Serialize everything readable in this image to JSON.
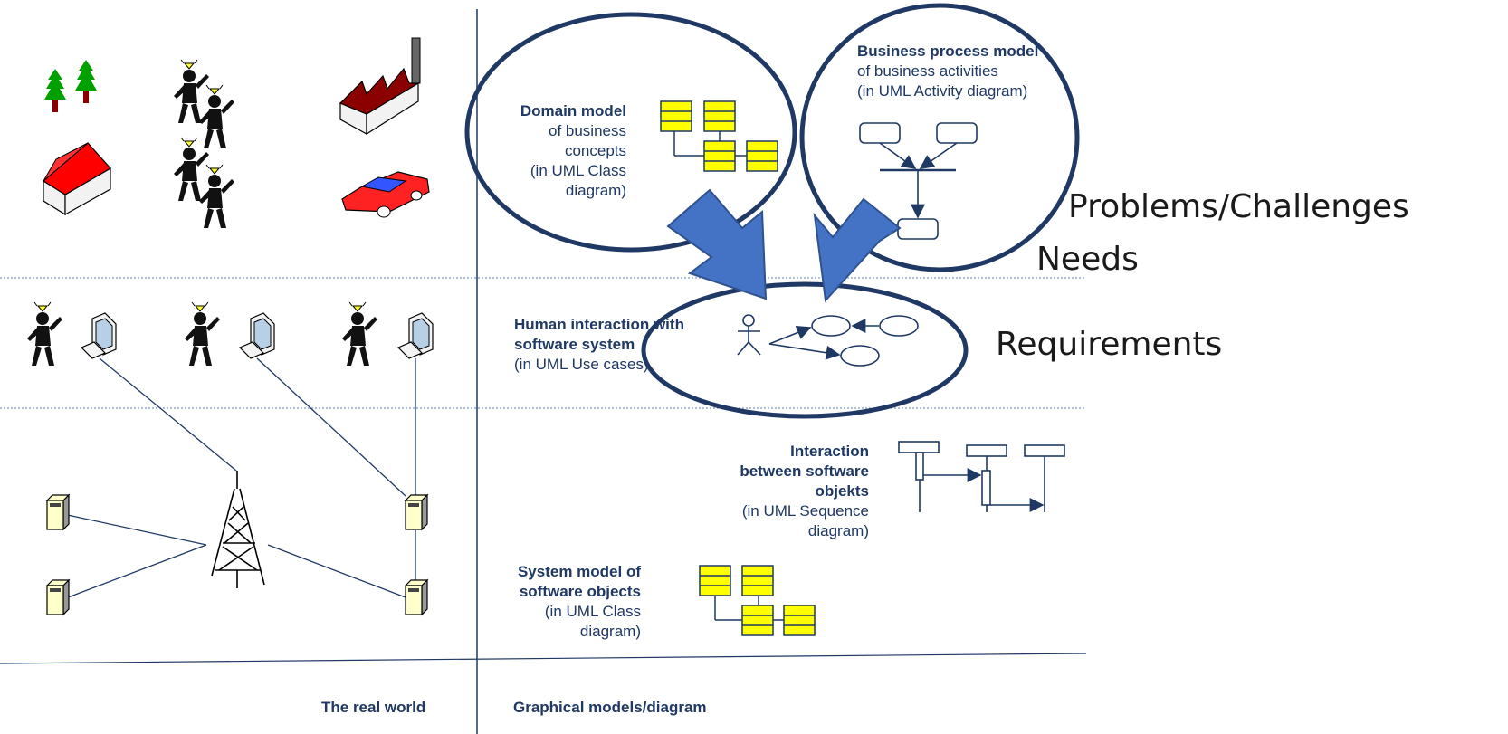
{
  "labels": {
    "domain": {
      "title": "Domain model",
      "lines": [
        "of business",
        "concepts",
        "(in UML Class",
        "diagram)"
      ]
    },
    "process": {
      "title": "Business process model",
      "lines": [
        "of business activities",
        "(in UML  Activity diagram)"
      ]
    },
    "human": {
      "title1": "Human interaction with",
      "title2": "software system",
      "line": "(in UML Use cases)"
    },
    "interaction": {
      "title1": "Interaction",
      "title2": "between software",
      "title3": "objekts",
      "line1": "(in UML Sequence",
      "line2": "diagram)"
    },
    "system": {
      "title1": "System model of",
      "title2": "software objects",
      "line1": "(in UML Class",
      "line2": "diagram)"
    }
  },
  "side_labels": {
    "problems": "Problems/Challenges",
    "needs": "Needs",
    "requirements": "Requirements"
  },
  "footer": {
    "left": "The real world",
    "right": "Graphical models/diagram"
  },
  "colors": {
    "ellipse_stroke": "#1f3864",
    "arrow_fill": "#4472c4",
    "box_fill": "#ffff00",
    "line": "#1f3864",
    "separator": "#7f9bbf"
  }
}
